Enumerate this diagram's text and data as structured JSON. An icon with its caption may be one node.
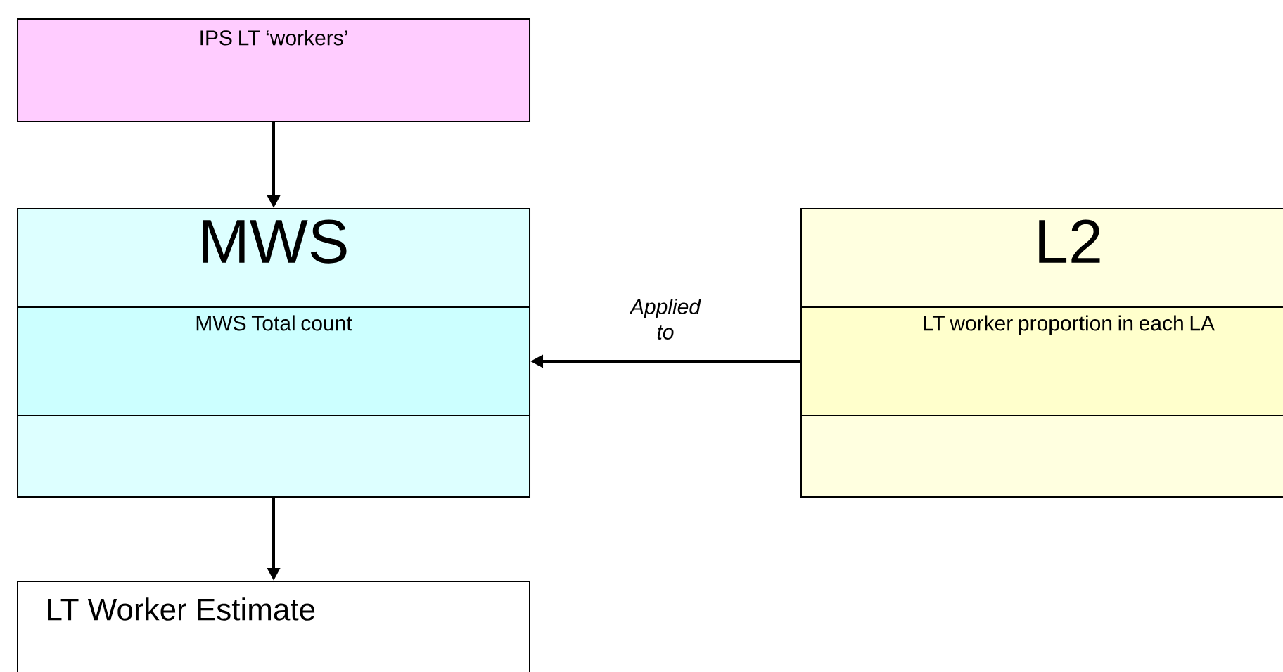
{
  "diagram": {
    "nodes": [
      {
        "text": [
          "IPS LT ‘workers’"
        ]
      },
      {
        "text": [
          "MWS"
        ]
      },
      {
        "text": [
          "MWS Total count"
        ],
        "in": 1
      },
      {
        "text": [
          "L2"
        ]
      },
      {
        "text": [
          "LT worker proportion in each LA"
        ],
        "in": 3
      },
      {
        "text": [
          "LT Worker Estimate"
        ]
      }
    ],
    "edges": [
      {
        "from": 0,
        "to": 1,
        "arrow": "to"
      },
      {
        "from": 4,
        "to": 2,
        "arrow": "to",
        "label": "Applied to"
      },
      {
        "from": 1,
        "to": 5,
        "arrow": "to"
      }
    ]
  }
}
